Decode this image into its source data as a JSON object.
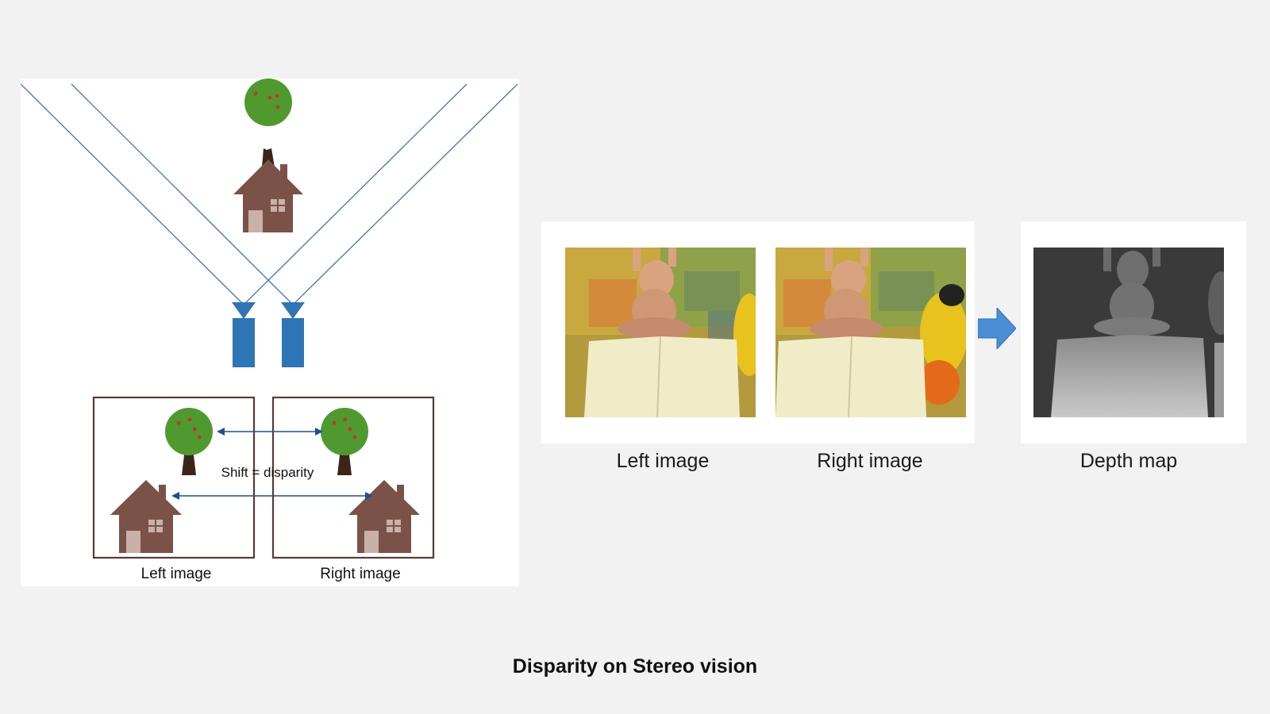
{
  "diagram": {
    "shift_label": "Shift = disparity",
    "left_frame_label": "Left image",
    "right_frame_label": "Right image"
  },
  "photos": {
    "left_caption": "Left image",
    "right_caption": "Right image",
    "depth_caption": "Depth map"
  },
  "title": "Disparity on Stereo vision",
  "colors": {
    "camera": "#2e75b6",
    "ray": "#4a6fbf",
    "tree_canopy": "#4e9a2f",
    "house": "#7a5247",
    "arrow": "#4a8fd6",
    "depth_bg": "#3a3a3a"
  }
}
